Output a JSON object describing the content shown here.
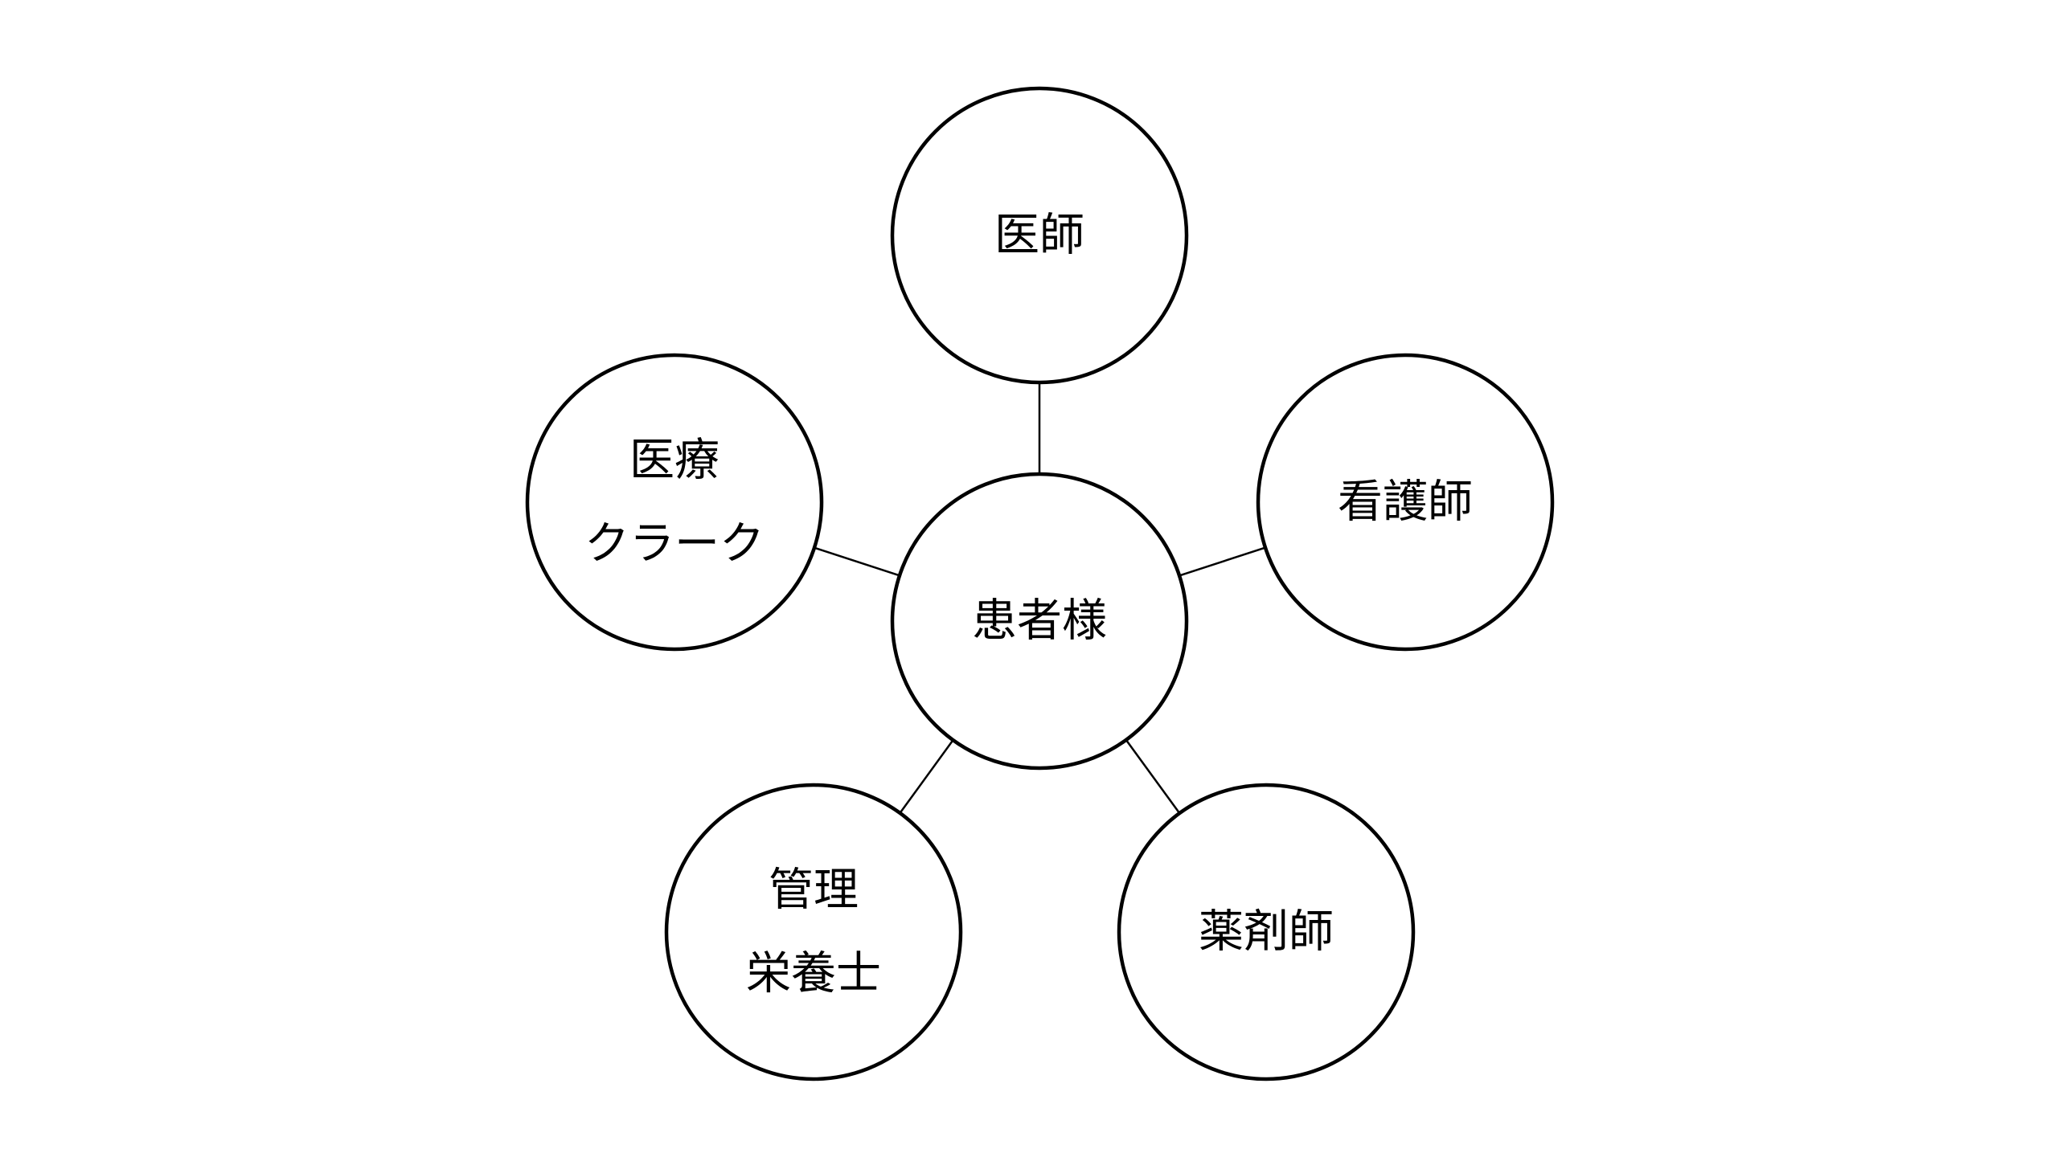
{
  "diagram": {
    "center": {
      "id": "patient",
      "lines": [
        "患者様"
      ]
    },
    "nodes": [
      {
        "id": "doctor",
        "lines": [
          "医師"
        ]
      },
      {
        "id": "nurse",
        "lines": [
          "看護師"
        ]
      },
      {
        "id": "pharmacist",
        "lines": [
          "薬剤師"
        ]
      },
      {
        "id": "dietitian",
        "lines": [
          "管理",
          "栄養士"
        ]
      },
      {
        "id": "medical-clerk",
        "lines": [
          "医療",
          "クラーク"
        ]
      }
    ],
    "edges": [
      [
        "patient",
        "doctor"
      ],
      [
        "patient",
        "nurse"
      ],
      [
        "patient",
        "pharmacist"
      ],
      [
        "patient",
        "dietitian"
      ],
      [
        "patient",
        "medical-clerk"
      ]
    ],
    "colors": {
      "stroke": "#000000",
      "fill": "#ffffff",
      "text": "#000000"
    }
  }
}
